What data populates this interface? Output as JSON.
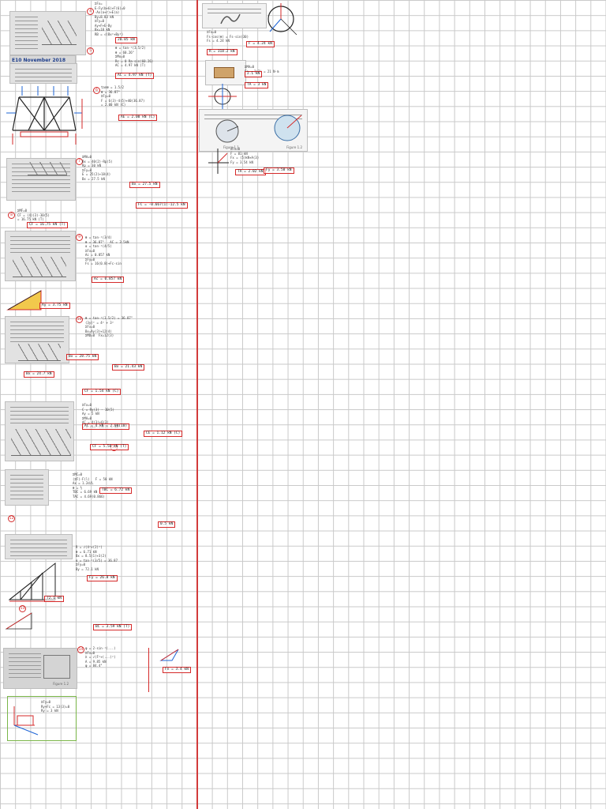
{
  "page": {
    "heading": "E10   November 2018",
    "margin_color": "#d23a3a",
    "grid_color": "#c9c9c9",
    "answer_color": "#d52a2a"
  },
  "left_column": {
    "sections": [
      {
        "q": "4",
        "work": "ΣFx=\nE-Fy(b+6)+F(6)=0\n-Ax(a+r)+E(a)\nBy=8.83 kN\nΣFy=0\nAy+F+E-By\nBx=18 kN\nRB = √(Bx²+By²)",
        "answers": [
          "20.05 kN"
        ]
      },
      {
        "q": "5",
        "work": "θ = tan⁻¹(3.5/2)\nθ = 60.26°\nΣMo=0\nRc = 0 Ra·sin(60.26)\nAC = 4.97 kN (T)",
        "answers": [
          "AC = 4.97 kN (T)"
        ]
      },
      {
        "q": "6",
        "work": "tanθ = 1.5/2\nθ = 36.87°\nΣFy=0\nF = 6(3)-4(5)+40(36.87)\n= 2.00 kN (C)",
        "answers": [
          "AE = 2.00 kN (C)"
        ]
      },
      {
        "q": "7",
        "work": "ΣMA=0\nBx = 40(2)-Rp(5)\nRp = 30 kN\nΣFy=0\nE = 25(2)+18(4)\nBx = 27.5 kN",
        "answers": [
          "Bx = 27.5 kN",
          "FC = -0.667(1)-12.5 kN"
        ]
      },
      {
        "q": "8",
        "work": "ΣMF=0\nCF = (4)(3)-30(5)\n= 16.75 kN (T)",
        "answers": [
          "CF = 16.75 kN (T)"
        ]
      },
      {
        "q": "9",
        "work": "θ = tan⁻¹(3/4)\nθ = 36.87°   AC = 3.5kN\nα = tan⁻¹(4/5)\nΣFx=0\nAc = 0.857 kN\nΣFy=0\nFs = 16(0.8)+Fc·sin",
        "answers": [
          "Ac = 0.857 kN",
          "Ay = 3.75 kN"
        ]
      },
      {
        "q": "10",
        "work": "θ = tan⁻¹(1.5/2) = 36.87°\n(3y)² = 4² + 3²\nΣFx=0\nBx=Ay(3)+12(4)\nΣMD=0  Fx=12(3)",
        "answers": [
          "Bx = 28.75 kN",
          "Bx = 21.43 kN",
          "Bx = 24.7 kN",
          "CF = 1.54 kN (C)"
        ]
      },
      {
        "q": "11",
        "work": "ΣFx=0\nC = Ry(3) - 10(5)\nAy = 5 kN\nΣMA=0\nAC = 4(3)+6(3)\nα = tan⁻¹(3/5) = 40°",
        "answers": [
          "AC = 4 kN = 2.00(10)",
          "CE = 1.12 kN (C)",
          "CF = 5.58 kN (T)"
        ]
      },
      {
        "q": "12",
        "work": "ΣMC=0\n(ΣF)-F(l)   F = 50 kN\nAx = 1.2d/L\nθ = ½\nTBC = 6.69 kN\nTAC = 4.69(0.866)",
        "answers": [
          "TBC = 6.72 kN",
          "0.5 kN"
        ]
      },
      {
        "q": "13",
        "work": "R = √(4²+(2)²)\nθ = 6.71 kN\nBx = 8.5(1)+3(2)\nα = tan⁻¹(3/5) = 36.87\nΣFy=0\nBy = 72.1 kN",
        "answers": [
          "Fy = 26.8 kN",
          "72.1 kN",
          "BC = 3.59 kN (T)"
        ]
      },
      {
        "q": "14",
        "work": "φ = 2·sin⁻¹(...)\nΣFx=0\nΣ = √(F²+(...)²)\nA = 9.85 kN\nφ = 84.4°",
        "answers": [
          "Fn = 3.4 kN"
        ]
      }
    ],
    "figure_labels": [
      "Figure 1.2"
    ],
    "final_box_work": "ΣFy=0\nRy+Fc = 13(3)=0\nRy = 3 kN"
  },
  "right_column": {
    "sections": [
      {
        "work": "ΣFx=0\nFs·cos(θ) = Fs·sin(30)\nFs = 4.24 kN",
        "answers": [
          "R = 318.2 kN",
          "F = 4.24 kN"
        ]
      },
      {
        "work": "ΣMA=0\nFs = 3(7) = 21 N·m",
        "answers": [
          "2.1 kN",
          "TA = 3 kN"
        ]
      },
      {
        "work": "ΣFx=0\nF = 81 kN\nFx = (5)kN+A(3)\nFy = 3.54 kN",
        "answers": [
          "TA = 2.02 kN",
          "Fy = 3.58 kN"
        ]
      }
    ],
    "figure_labels": [
      "Figure 1.1",
      "Figure 1.2"
    ]
  }
}
